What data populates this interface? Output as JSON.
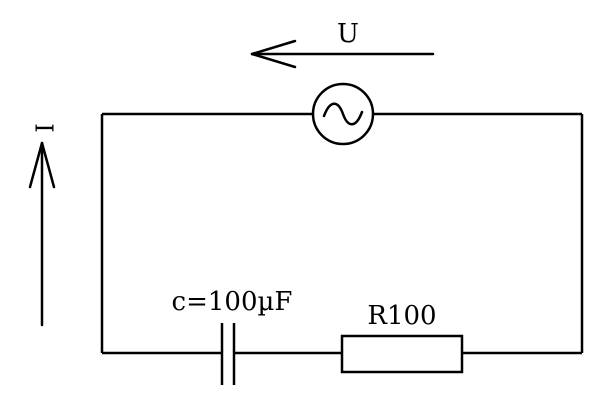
{
  "labels": {
    "voltage": "U",
    "current": "I",
    "capacitor": "c=100µF",
    "resistor": "R100"
  },
  "colors": {
    "stroke": "#000000",
    "background": "#ffffff"
  },
  "icons": {
    "source": "ac-sine-wave-icon"
  }
}
